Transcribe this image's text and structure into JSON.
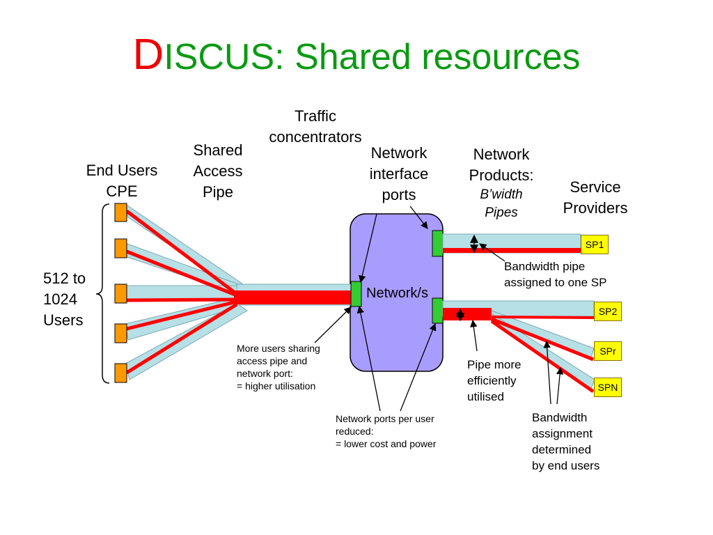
{
  "title": {
    "initial": "D",
    "rest": "ISCUS: Shared resources"
  },
  "labels": {
    "end_users": [
      "End Users",
      "CPE"
    ],
    "user_count": [
      "512 to",
      "1024",
      "Users"
    ],
    "shared_pipe": [
      "Shared",
      "Access",
      "Pipe"
    ],
    "traffic_concentrators": [
      "Traffic",
      "concentrators"
    ],
    "network_ports": [
      "Network",
      "interface",
      "ports"
    ],
    "network_products": [
      "Network",
      "Products:"
    ],
    "network_products_sub": [
      "B’width",
      "Pipes"
    ],
    "service_providers": [
      "Service",
      "Providers"
    ],
    "network_box": "Network/s"
  },
  "service_providers": [
    "SP1",
    "SP2",
    "SPr",
    "SPN"
  ],
  "notes": {
    "bandwidth_pipe": [
      "Bandwidth pipe",
      "assigned to one SP"
    ],
    "more_users": [
      "More users sharing",
      "access pipe and",
      "network port:",
      "= higher utilisation"
    ],
    "ports_per_user": [
      "Network ports per user",
      "reduced:",
      "= lower cost and power"
    ],
    "pipe_efficient": [
      "Pipe more",
      "efficiently",
      "utilised"
    ],
    "bw_assignment": [
      "Bandwidth",
      "assignment",
      "determined",
      "by end users"
    ]
  },
  "colors": {
    "title": "#0a9a12",
    "title_initial": "#ee0000",
    "pipe": "#b7dfe6",
    "traffic": "#ff0000",
    "cpe": "#ff9900",
    "port": "#33cc33",
    "network_box": "#a99cff",
    "sp_box": "#ffff00"
  }
}
